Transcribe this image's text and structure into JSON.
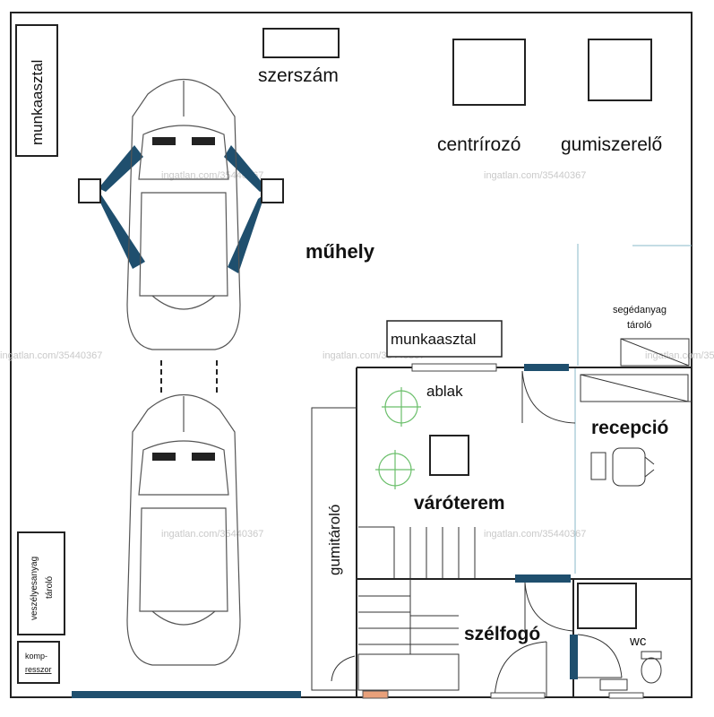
{
  "labels": {
    "munkaasztal_left": "munkaasztal",
    "szerszam": "szerszám",
    "centrirozo": "centrírozó",
    "gumiszerelo": "gumiszerelő",
    "muhely": "műhely",
    "segedanyag": "segédanyag",
    "tarolo_right": "tároló",
    "munkaasztal_mid": "munkaasztal",
    "ablak": "ablak",
    "recepcio": "recepció",
    "varoterem": "váróterem",
    "gumitarolo": "gumitároló",
    "veszelyesanyag": "veszélyesanyag",
    "tarolo_left": "tároló",
    "kompresszor_line1": "komp-",
    "kompresszor_line2": "resszor",
    "szelfogo": "szélfogó",
    "wc": "wc"
  },
  "watermark": "ingatlan.com/35440367",
  "colors": {
    "wall": "#222222",
    "accent_blue": "#1f4f6e",
    "chair_green": "#6bbf6b",
    "door_orange": "#e8a07a"
  }
}
